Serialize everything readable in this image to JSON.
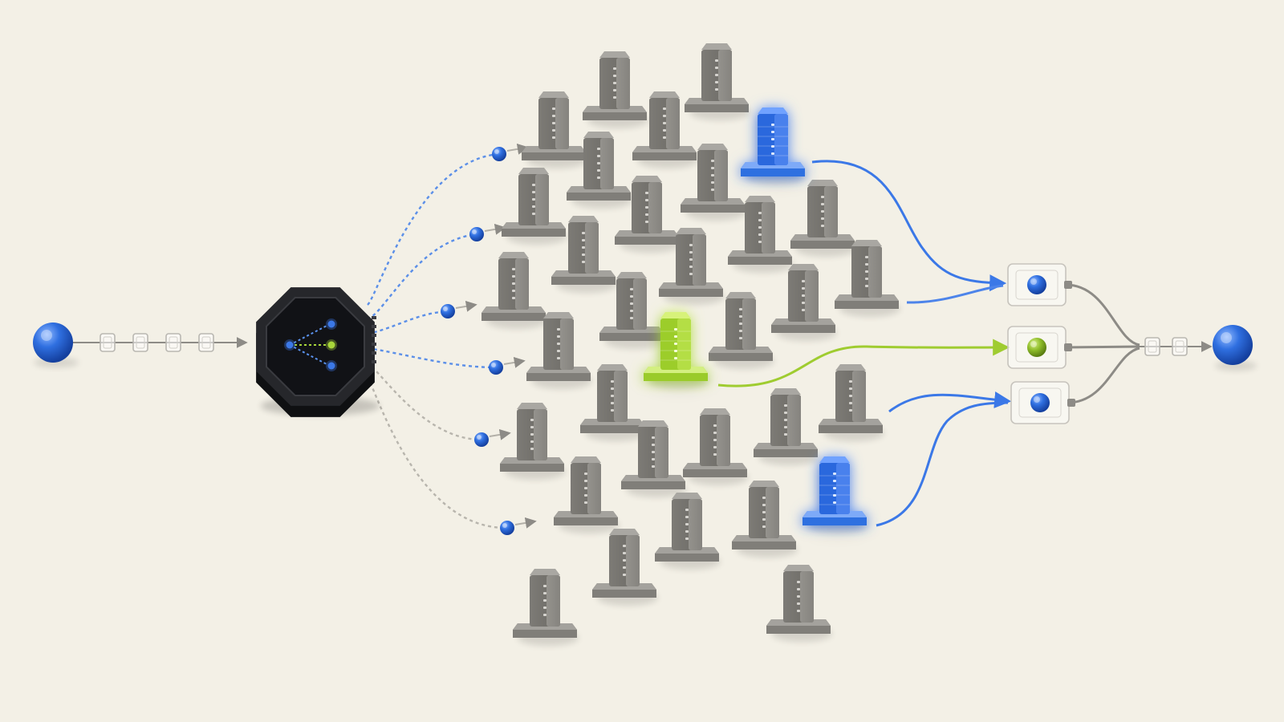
{
  "colors": {
    "background": "#f3f0e6",
    "accent_blue": "#2f6fe0",
    "accent_blue_light": "#5b93f0",
    "accent_green": "#a8d63a",
    "accent_green_dark": "#7fae1e",
    "server_gray": "#8c8a85",
    "server_gray_dark": "#6f6d68",
    "router_black": "#1c1d20",
    "dashed_gray": "#b8b5ad",
    "line_gray": "#8d8b86"
  },
  "icons": {
    "input": "sphere-icon",
    "output": "sphere-icon",
    "router": "octagon-chip-icon",
    "server": "server-tower-icon",
    "packet": "glass-cube-icon",
    "merge": "glass-junction-icon",
    "token": "dot-icon"
  },
  "diagram": {
    "server_count": 34,
    "selected_blue_servers": 2,
    "selected_green_servers": 1,
    "router_outputs": 6,
    "merge_nodes": 3,
    "input_packets": 4,
    "output_packets": 2
  }
}
